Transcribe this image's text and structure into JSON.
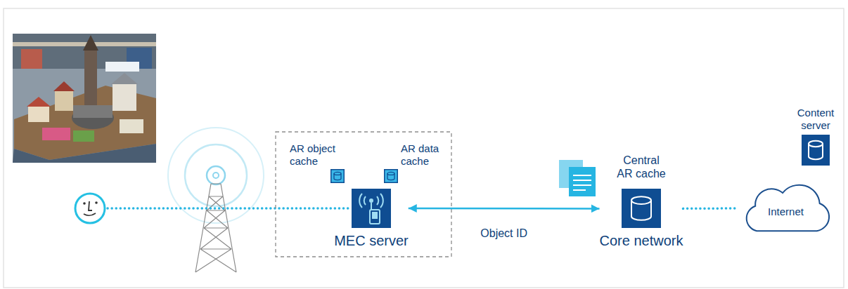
{
  "diagram": {
    "nodes": [
      {
        "text": [
          "MEC server"
        ]
      },
      {
        "text": [
          "AR object cache"
        ]
      },
      {
        "text": [
          "AR data cache"
        ]
      },
      {
        "text": [
          "Central AR cache",
          "Core network"
        ]
      },
      {
        "text": [
          "Internet"
        ]
      },
      {
        "text": [
          "Content server"
        ]
      }
    ],
    "edges": [
      {
        "from": 0,
        "to": 3,
        "label": "Object ID",
        "arrow": "both"
      },
      {
        "from": 3,
        "to": 4,
        "arrow": "none"
      }
    ]
  }
}
